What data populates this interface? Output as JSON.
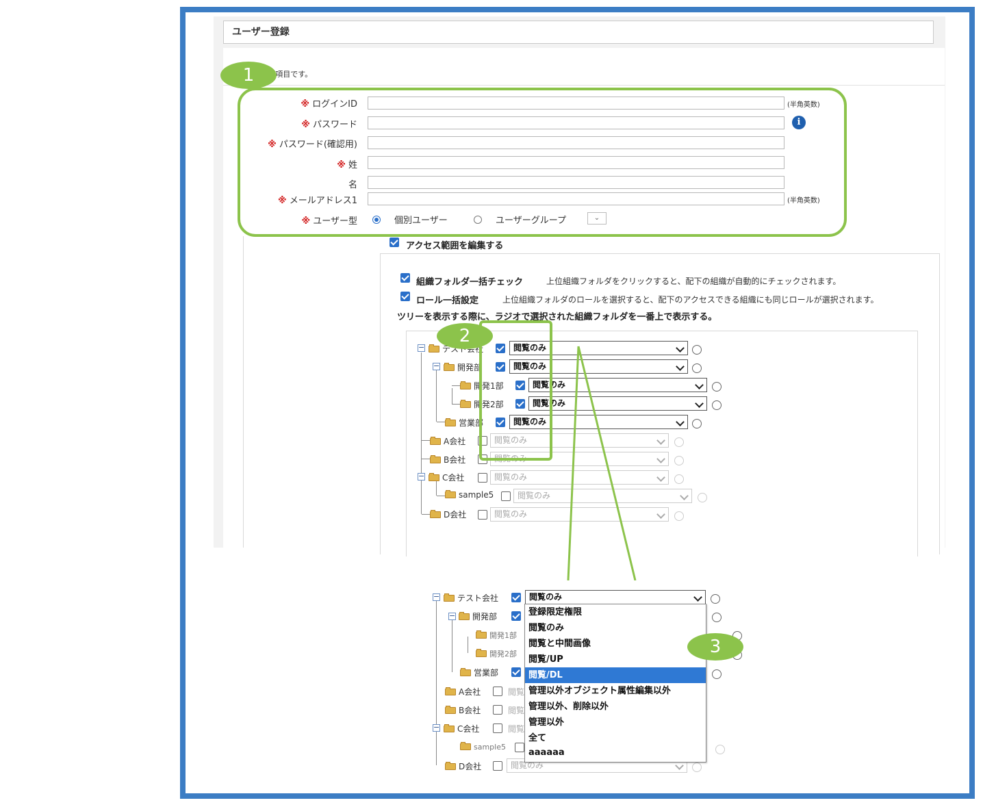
{
  "page_title": "ユーザー登録",
  "note": "※は必須入力項目です。",
  "callouts": [
    "1",
    "2",
    "3"
  ],
  "form": {
    "required_mark": "※",
    "fields": [
      {
        "label": "ログインID",
        "value": "",
        "hint": "(半角英数)",
        "required": true
      },
      {
        "label": "パスワード",
        "value": "",
        "hint": "",
        "required": true
      },
      {
        "label": "パスワード(確認用)",
        "value": "",
        "hint": "",
        "required": true
      },
      {
        "label": "姓",
        "value": "",
        "hint": "",
        "required": true
      },
      {
        "label": "名",
        "value": "",
        "hint": "",
        "required": false
      },
      {
        "label": "メールアドレス1",
        "value": "",
        "hint": "(半角英数)",
        "required": true
      }
    ],
    "info_icon": "info-icon",
    "user_type": {
      "label": "ユーザー型",
      "options": [
        {
          "label": "個別ユーザー",
          "selected": true
        },
        {
          "label": "ユーザーグループ",
          "selected": false
        }
      ]
    }
  },
  "access": {
    "edit_label": "アクセス範囲を編集する",
    "bulk_check_label": "組織フォルダ一括チェック",
    "bulk_check_desc": "上位組織フォルダをクリックすると、配下の組織が自動的にチェックされます。",
    "role_bulk_label": "ロール一括設定",
    "role_bulk_desc": "上位組織フォルダのロールを選択すると、配下のアクセスできる組織にも同じロールが選択されます。",
    "tree_note": "ツリーを表示する際に、ラジオで選択された組織フォルダを一番上で表示する。"
  },
  "tree": [
    {
      "name": "テスト会社",
      "checked": true,
      "role": "閲覧のみ"
    },
    {
      "name": "開発部",
      "checked": true,
      "role": "閲覧のみ"
    },
    {
      "name": "開発1部",
      "checked": true,
      "role": "閲覧のみ"
    },
    {
      "name": "開発2部",
      "checked": true,
      "role": "閲覧のみ"
    },
    {
      "name": "営業部",
      "checked": true,
      "role": "閲覧のみ"
    },
    {
      "name": "A会社",
      "checked": false,
      "role": "閲覧のみ"
    },
    {
      "name": "B会社",
      "checked": false,
      "role": "閲覧のみ"
    },
    {
      "name": "C会社",
      "checked": false,
      "role": "閲覧のみ"
    },
    {
      "name": "sample5",
      "checked": false,
      "role": "閲覧のみ"
    },
    {
      "name": "D会社",
      "checked": false,
      "role": "閲覧のみ"
    }
  ],
  "zoom": {
    "tree_short": [
      "テスト会社",
      "開発部",
      "開発1部",
      "開発2部",
      "営業部",
      "A会社",
      "B会社",
      "C会社",
      "sample5",
      "D会社"
    ],
    "open_select_value": "閲覧のみ",
    "partial_role": "閲覧",
    "last_role": "閲覧のみ",
    "dropdown_options": [
      "登録限定権限",
      "閲覧のみ",
      "閲覧と中間画像",
      "閲覧/UP",
      "閲覧/DL",
      "管理以外オブジェクト属性編集以外",
      "管理以外、削除以外",
      "管理以外",
      "全て",
      "aaaaaa"
    ],
    "highlighted_option": "閲覧/DL"
  }
}
